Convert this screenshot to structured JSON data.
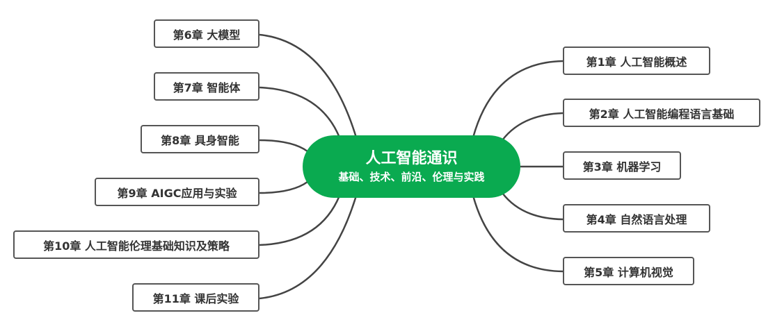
{
  "center": {
    "title": "人工智能通识",
    "subtitle": "基础、技术、前沿、伦理与实践",
    "color": "#0aaa50"
  },
  "left_nodes": [
    {
      "label": "第6章 大模型"
    },
    {
      "label": "第7章 智能体"
    },
    {
      "label": "第8章 具身智能"
    },
    {
      "label": "第9章 AIGC应用与实验"
    },
    {
      "label": "第10章 人工智能伦理基础知识及策略"
    },
    {
      "label": "第11章 课后实验"
    }
  ],
  "right_nodes": [
    {
      "label": "第1章 人工智能概述"
    },
    {
      "label": "第2章 人工智能编程语言基础"
    },
    {
      "label": "第3章 机器学习"
    },
    {
      "label": "第4章 自然语言处理"
    },
    {
      "label": "第5章 计算机视觉"
    }
  ]
}
